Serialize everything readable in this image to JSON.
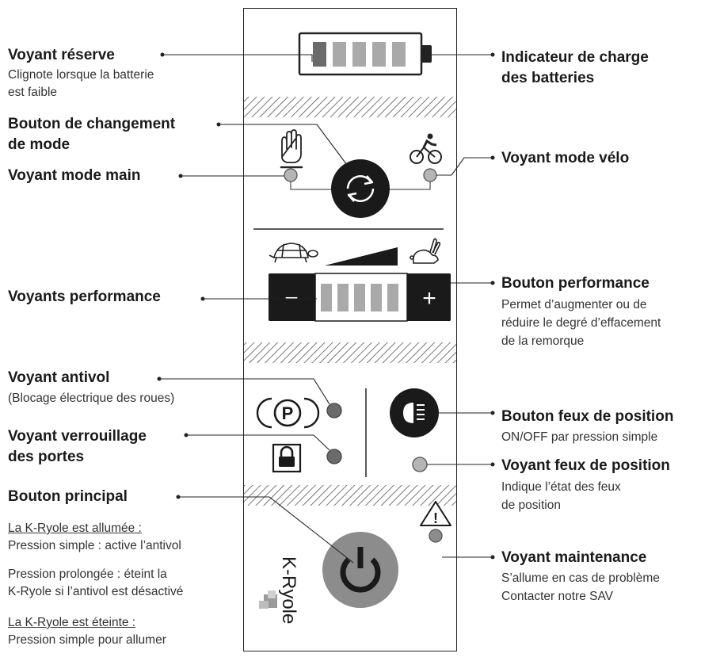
{
  "labels": {
    "reserve": {
      "title": "Voyant réserve",
      "desc": [
        "Clignote lorsque la batterie",
        "est faible"
      ]
    },
    "charge": {
      "title": [
        "Indicateur de charge",
        "des batteries"
      ]
    },
    "mode_button": {
      "title": [
        "Bouton de changement",
        "de mode"
      ]
    },
    "mode_main": {
      "title": "Voyant mode main"
    },
    "mode_velo": {
      "title": "Voyant mode vélo"
    },
    "perf_leds": {
      "title": "Voyants performance"
    },
    "perf_button": {
      "title": "Bouton performance",
      "desc": [
        "Permet d’augmenter ou de",
        "réduire le degré d’effacement",
        "de la remorque"
      ]
    },
    "antivol": {
      "title": "Voyant antivol",
      "desc": "(Blocage électrique des roues)"
    },
    "verrou": {
      "title": [
        "Voyant verrouillage",
        "des portes"
      ]
    },
    "feux_button": {
      "title": "Bouton feux de position",
      "desc": "ON/OFF par pression simple"
    },
    "feux_voyant": {
      "title": "Voyant feux de position",
      "desc": [
        "Indique l’état des feux",
        "de position"
      ]
    },
    "principal": {
      "title": "Bouton principal"
    },
    "maintenance": {
      "title": "Voyant maintenance",
      "desc": [
        "S’allume en cas de problème",
        "Contacter notre SAV"
      ]
    }
  },
  "instructions": {
    "on_heading": "La K-Ryole est allumée :",
    "simple_label": "Pression simple :",
    "simple_text": " active l’antivol",
    "long_label": "Pression prolongée :",
    "long_text": [
      " éteint la",
      "K-Ryole si l’antivol est désactivé"
    ],
    "off_heading": "La K-Ryole est éteinte :",
    "off_text": "Pression simple pour allumer"
  },
  "panel": {
    "logo_text": "K-Ryole",
    "p_symbol": "P",
    "warning_symbol": "!",
    "minus": "−",
    "plus": "+"
  },
  "colors": {
    "led_gray": "#b5b5b5",
    "led_dark": "#6b6b6b",
    "battery_reserve": "#6b6b6b",
    "battery_cell": "#a9a9a9",
    "button_dark": "#1a1a1a",
    "power_button": "#8c8c8c"
  }
}
